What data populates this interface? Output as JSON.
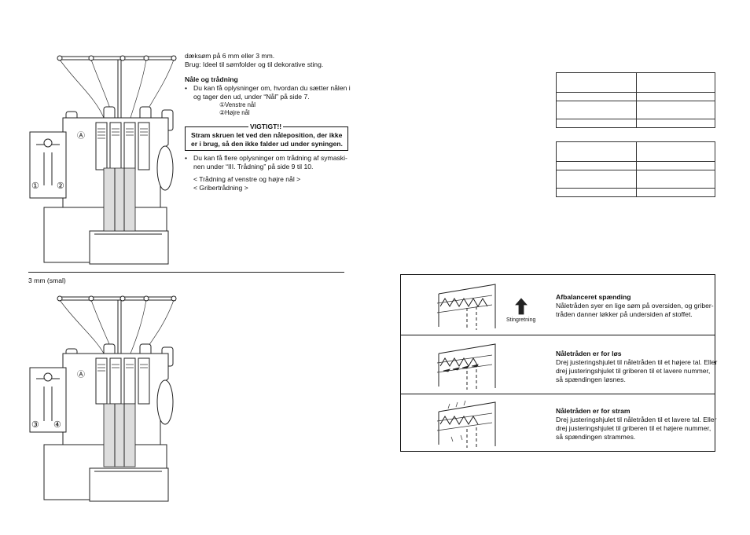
{
  "left_page": {
    "intro_lines": [
      "dæksøm på 6 mm eller 3 mm.",
      "Brug: Ideel til sømfolder og til dekorative sting."
    ],
    "needle_section": {
      "heading": "Nåle og trådning",
      "bullet1_lines": [
        "Du kan få oplysninger om, hvordan du sætter nålen i",
        "og tager den ud, under “Nål” på side 7."
      ],
      "item1": "①Venstre nål",
      "item2": "②Højre nål"
    },
    "important": {
      "title": "VIGTIGT!!",
      "lines": [
        "Stram skruen let ved den nåleposition, der ikke",
        "er i brug, så den ikke falder ud under syningen."
      ]
    },
    "bullet2_lines": [
      "Du kan få flere oplysninger om trådning af symaski-",
      "nen under “III. Trådning” på side 9 til 10."
    ],
    "threading_left_right": "< Trådning af venstre og højre nål >",
    "looper_threading": "< Gribertrådning >",
    "section2_label": "3 mm (smal)",
    "figure1": {
      "marker": "Ⓐ",
      "labels": [
        "①",
        "②"
      ]
    },
    "figure2": {
      "marker": "Ⓐ",
      "labels": [
        "③",
        "④"
      ]
    }
  },
  "right_page": {
    "tension_rows": [
      {
        "heading": "Afbalanceret spænding",
        "lines": [
          "Nåletråden syer en lige søm på oversiden, og griber-",
          "tråden danner løkker på undersiden af stoffet."
        ],
        "arrow_label": "Stingretning"
      },
      {
        "heading": "Nåletråden er for løs",
        "lines": [
          "Drej justeringshjulet til nåletråden til et højere tal. Eller",
          "drej justeringshjulet til griberen til et lavere nummer,",
          "så spændingen løsnes."
        ]
      },
      {
        "heading": "Nåletråden er for stram",
        "lines": [
          "Drej justeringshjulet til nåletråden til et lavere tal. Eller",
          "drej justeringshjulet til griberen til et højere nummer,",
          "så spændingen strammes."
        ]
      }
    ]
  }
}
